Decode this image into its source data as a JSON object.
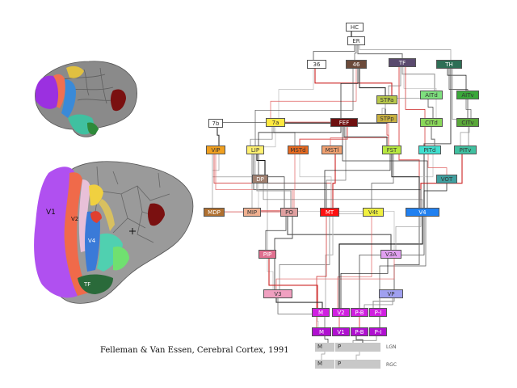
{
  "caption": "Felleman & Van Essen, Cerebral Cortex, 1991",
  "brain_flatmap_labels": [
    "V1",
    "V2",
    "V4",
    "TF"
  ],
  "diagram": {
    "nodes": [
      {
        "id": "HC",
        "label": "HC",
        "color": "#ffffff",
        "text": "#333333"
      },
      {
        "id": "ER",
        "label": "ER",
        "color": "#ffffff",
        "text": "#333333"
      },
      {
        "id": "36",
        "label": "36",
        "color": "#ffffff",
        "text": "#333333"
      },
      {
        "id": "46",
        "label": "46",
        "color": "#6b4a3a",
        "text": "#ffffff"
      },
      {
        "id": "TF",
        "label": "TF",
        "color": "#5a4a6e",
        "text": "#ffffff"
      },
      {
        "id": "TH",
        "label": "TH",
        "color": "#2e6e55",
        "text": "#ffffff"
      },
      {
        "id": "STPa",
        "label": "STPa",
        "color": "#b8c84a",
        "text": "#333333"
      },
      {
        "id": "AITd",
        "label": "AITd",
        "color": "#7ee07e",
        "text": "#333333"
      },
      {
        "id": "AITv",
        "label": "AITv",
        "color": "#3aa83a",
        "text": "#333333"
      },
      {
        "id": "7b",
        "label": "7b",
        "color": "#ffffff",
        "text": "#333333"
      },
      {
        "id": "7a",
        "label": "7a",
        "color": "#ffe840",
        "text": "#333333"
      },
      {
        "id": "FEF",
        "label": "FEF",
        "color": "#6e1010",
        "text": "#ffffff"
      },
      {
        "id": "STPp",
        "label": "STPp",
        "color": "#c8b040",
        "text": "#333333"
      },
      {
        "id": "CITd",
        "label": "CITd",
        "color": "#8ad85a",
        "text": "#333333"
      },
      {
        "id": "CITv",
        "label": "CITv",
        "color": "#5aa83a",
        "text": "#333333"
      },
      {
        "id": "VIP",
        "label": "VIP",
        "color": "#f0a020",
        "text": "#333333"
      },
      {
        "id": "LIP",
        "label": "LIP",
        "color": "#fff070",
        "text": "#333333"
      },
      {
        "id": "MSTd",
        "label": "MSTd",
        "color": "#e86a20",
        "text": "#333333"
      },
      {
        "id": "MSTl",
        "label": "MSTl",
        "color": "#f0a070",
        "text": "#333333"
      },
      {
        "id": "FST",
        "label": "FST",
        "color": "#b8e840",
        "text": "#333333"
      },
      {
        "id": "PITd",
        "label": "PITd",
        "color": "#40e0d0",
        "text": "#333333"
      },
      {
        "id": "PITv",
        "label": "PITv",
        "color": "#40c0a0",
        "text": "#333333"
      },
      {
        "id": "DP",
        "label": "DP",
        "color": "#a08070",
        "text": "#ffffff"
      },
      {
        "id": "VOT",
        "label": "VOT",
        "color": "#40a0a0",
        "text": "#333333"
      },
      {
        "id": "MDP",
        "label": "MDP",
        "color": "#b07030",
        "text": "#ffffff"
      },
      {
        "id": "MIP",
        "label": "MIP",
        "color": "#f0b090",
        "text": "#333333"
      },
      {
        "id": "PO",
        "label": "PO",
        "color": "#e0a0a0",
        "text": "#333333"
      },
      {
        "id": "MT",
        "label": "MT",
        "color": "#ff1010",
        "text": "#ffffff"
      },
      {
        "id": "V4t",
        "label": "V4t",
        "color": "#f0f040",
        "text": "#333333"
      },
      {
        "id": "V4",
        "label": "V4",
        "color": "#2080f0",
        "text": "#ffffff"
      },
      {
        "id": "PIP",
        "label": "PIP",
        "color": "#e07090",
        "text": "#ffffff"
      },
      {
        "id": "V3A",
        "label": "V3A",
        "color": "#e0a0f0",
        "text": "#333333"
      },
      {
        "id": "V3",
        "label": "V3",
        "color": "#f0a0c0",
        "text": "#333333"
      },
      {
        "id": "VP",
        "label": "VP",
        "color": "#a0a0f0",
        "text": "#333333"
      },
      {
        "id": "V2_M",
        "label": "M",
        "color": "#d020e0",
        "text": "#ffffff"
      },
      {
        "id": "V2_V2",
        "label": "V2",
        "color": "#d020e0",
        "text": "#ffffff"
      },
      {
        "id": "V2_PB",
        "label": "P-B",
        "color": "#d020e0",
        "text": "#ffffff"
      },
      {
        "id": "V2_PI",
        "label": "P-I",
        "color": "#d020e0",
        "text": "#ffffff"
      },
      {
        "id": "V1_M",
        "label": "M",
        "color": "#b010d0",
        "text": "#ffffff"
      },
      {
        "id": "V1_V1",
        "label": "V1",
        "color": "#b010d0",
        "text": "#ffffff"
      },
      {
        "id": "V1_PB",
        "label": "P-B",
        "color": "#b010d0",
        "text": "#ffffff"
      },
      {
        "id": "V1_PI",
        "label": "P-I",
        "color": "#b010d0",
        "text": "#ffffff"
      },
      {
        "id": "LGN_M",
        "label": "M",
        "color": "#c8c8c8",
        "text": "#333333"
      },
      {
        "id": "LGN_P",
        "label": "P",
        "color": "#c8c8c8",
        "text": "#333333"
      },
      {
        "id": "RGC_M",
        "label": "M",
        "color": "#c8c8c8",
        "text": "#333333"
      },
      {
        "id": "RGC_P",
        "label": "P",
        "color": "#c8c8c8",
        "text": "#333333"
      }
    ],
    "side_labels": [
      {
        "id": "LGN",
        "label": "LGN"
      },
      {
        "id": "RGC",
        "label": "RGC"
      }
    ],
    "edges": [
      [
        "HC",
        "ER"
      ],
      [
        "ER",
        "36"
      ],
      [
        "ER",
        "46"
      ],
      [
        "ER",
        "TF"
      ],
      [
        "ER",
        "TH"
      ],
      [
        "36",
        "7a"
      ],
      [
        "36",
        "STPa"
      ],
      [
        "46",
        "7a"
      ],
      [
        "46",
        "FEF"
      ],
      [
        "46",
        "STPp"
      ],
      [
        "46",
        "LIP"
      ],
      [
        "TF",
        "STPa"
      ],
      [
        "TF",
        "AITd"
      ],
      [
        "TF",
        "CITd"
      ],
      [
        "TF",
        "PITd"
      ],
      [
        "TF",
        "V4"
      ],
      [
        "TH",
        "AITv"
      ],
      [
        "TH",
        "CITv"
      ],
      [
        "TH",
        "V4"
      ],
      [
        "TH",
        "PITv"
      ],
      [
        "STPa",
        "AITd"
      ],
      [
        "STPa",
        "STPp"
      ],
      [
        "STPp",
        "FST"
      ],
      [
        "STPp",
        "MSTl"
      ],
      [
        "STPp",
        "7a"
      ],
      [
        "AITd",
        "CITd"
      ],
      [
        "AITv",
        "CITv"
      ],
      [
        "CITd",
        "PITd"
      ],
      [
        "CITv",
        "PITv"
      ],
      [
        "PITd",
        "V4"
      ],
      [
        "PITv",
        "V4"
      ],
      [
        "PITd",
        "VOT"
      ],
      [
        "VOT",
        "V4"
      ],
      [
        "7b",
        "VIP"
      ],
      [
        "7b",
        "7a"
      ],
      [
        "7a",
        "LIP"
      ],
      [
        "7a",
        "MSTd"
      ],
      [
        "7a",
        "DP"
      ],
      [
        "7a",
        "FEF"
      ],
      [
        "FEF",
        "MSTd"
      ],
      [
        "FEF",
        "LIP"
      ],
      [
        "FEF",
        "V4"
      ],
      [
        "FEF",
        "FST"
      ],
      [
        "FEF",
        "MT"
      ],
      [
        "VIP",
        "MDP"
      ],
      [
        "VIP",
        "MIP"
      ],
      [
        "VIP",
        "MT"
      ],
      [
        "VIP",
        "PO"
      ],
      [
        "LIP",
        "DP"
      ],
      [
        "LIP",
        "PO"
      ],
      [
        "LIP",
        "MT"
      ],
      [
        "LIP",
        "V4"
      ],
      [
        "LIP",
        "PIP"
      ],
      [
        "MSTd",
        "MT"
      ],
      [
        "MSTl",
        "MT"
      ],
      [
        "MSTd",
        "PO"
      ],
      [
        "FST",
        "MT"
      ],
      [
        "FST",
        "V4"
      ],
      [
        "FST",
        "V4t"
      ],
      [
        "DP",
        "V4"
      ],
      [
        "DP",
        "PO"
      ],
      [
        "DP",
        "V3A"
      ],
      [
        "MDP",
        "PO"
      ],
      [
        "MIP",
        "PO"
      ],
      [
        "PO",
        "V3"
      ],
      [
        "PO",
        "PIP"
      ],
      [
        "PO",
        "V3A"
      ],
      [
        "MT",
        "V3"
      ],
      [
        "MT",
        "V4t"
      ],
      [
        "MT",
        "V2_M"
      ],
      [
        "MT",
        "V1_M"
      ],
      [
        "V4t",
        "V2_V2"
      ],
      [
        "V4",
        "V2_V2"
      ],
      [
        "V4",
        "V2_PB"
      ],
      [
        "V4",
        "V2_PI"
      ],
      [
        "V4",
        "VP"
      ],
      [
        "V4",
        "V3A"
      ],
      [
        "PIP",
        "V3"
      ],
      [
        "PIP",
        "V2_M"
      ],
      [
        "V3A",
        "V3"
      ],
      [
        "V3A",
        "V2_V2"
      ],
      [
        "V3",
        "V2_M"
      ],
      [
        "V3",
        "V1_M"
      ],
      [
        "VP",
        "V2_PB"
      ],
      [
        "VP",
        "V2_PI"
      ],
      [
        "V2_M",
        "V1_M"
      ],
      [
        "V2_V2",
        "V1_V1"
      ],
      [
        "V2_PB",
        "V1_PB"
      ],
      [
        "V2_PI",
        "V1_PI"
      ],
      [
        "V1_M",
        "LGN_M"
      ],
      [
        "V1_PB",
        "LGN_P"
      ],
      [
        "V1_PI",
        "LGN_P"
      ],
      [
        "LGN_M",
        "RGC_M"
      ],
      [
        "LGN_P",
        "RGC_P"
      ]
    ]
  }
}
